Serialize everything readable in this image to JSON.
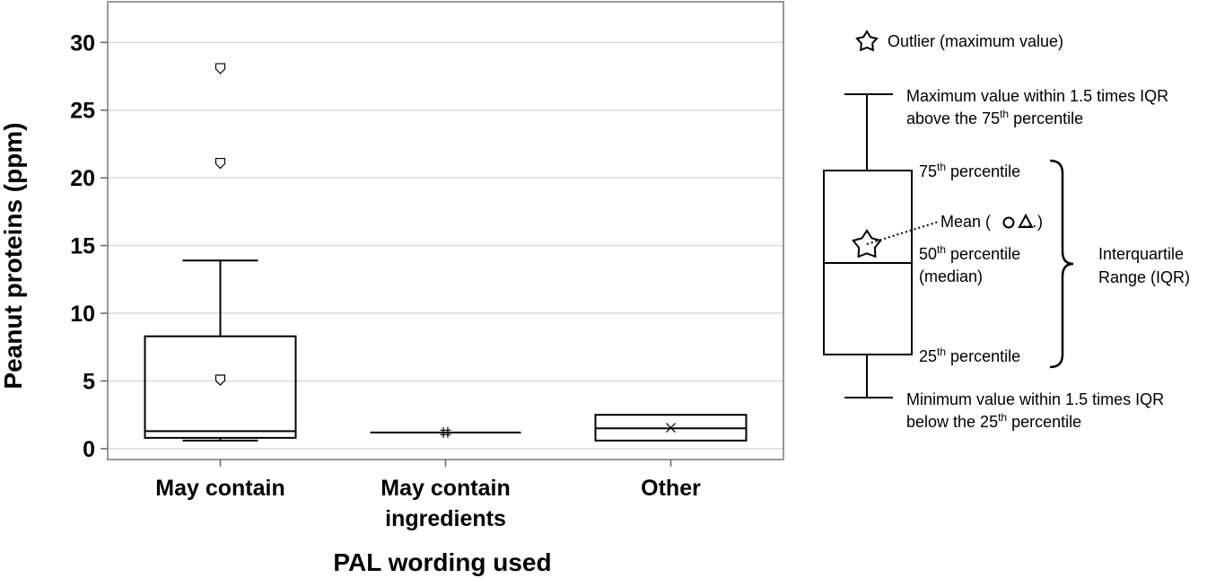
{
  "chart_data": {
    "type": "box",
    "xlabel": "PAL wording used",
    "ylabel": "Peanut proteins (ppm)",
    "ylim": [
      -0.8,
      33
    ],
    "yticks": [
      0,
      5,
      10,
      15,
      20,
      25,
      30
    ],
    "grid": true,
    "categories": [
      {
        "lines": [
          "May contain"
        ]
      },
      {
        "lines": [
          "May contain",
          "ingredients"
        ]
      },
      {
        "lines": [
          "Other"
        ]
      }
    ],
    "series": [
      {
        "category": "May contain",
        "whisker_low": 0.6,
        "q1": 0.8,
        "median": 1.3,
        "q3": 8.3,
        "whisker_high": 13.9,
        "mean": 5.1,
        "mean_marker": "shield",
        "outliers": [
          21.1,
          28.1
        ],
        "outlier_marker": "shield"
      },
      {
        "category": "May contain ingredients",
        "whisker_low": 1.2,
        "q1": 1.2,
        "median": 1.2,
        "q3": 1.2,
        "whisker_high": 1.2,
        "mean": 1.2,
        "mean_marker": "hash",
        "outliers": []
      },
      {
        "category": "Other",
        "whisker_low": 0.6,
        "q1": 0.6,
        "median": 1.5,
        "q3": 2.5,
        "whisker_high": 2.5,
        "mean": 1.55,
        "mean_marker": "x",
        "outliers": []
      }
    ],
    "legend": {
      "outlier": "Outlier (maximum value)",
      "max_line1": "Maximum value within 1.5 times IQR",
      "max_line2_pre": "above the 75",
      "max_line2_sup": "th",
      "max_line2_post": " percentile",
      "p75_pre": "75",
      "p75_sup": "th",
      "p75_post": " percentile",
      "mean_pre": "Mean (",
      "mean_post": "…)",
      "p50_pre": "50",
      "p50_sup": "th",
      "p50_post": " percentile",
      "median": "(median)",
      "p25_pre": "25",
      "p25_sup": "th",
      "p25_post": " percentile",
      "iqr_line1": "Interquartile",
      "iqr_line2": "Range (IQR)",
      "min_line1": "Minimum value within 1.5 times IQR",
      "min_line2_pre": "below the 25",
      "min_line2_sup": "th",
      "min_line2_post": " percentile"
    }
  }
}
